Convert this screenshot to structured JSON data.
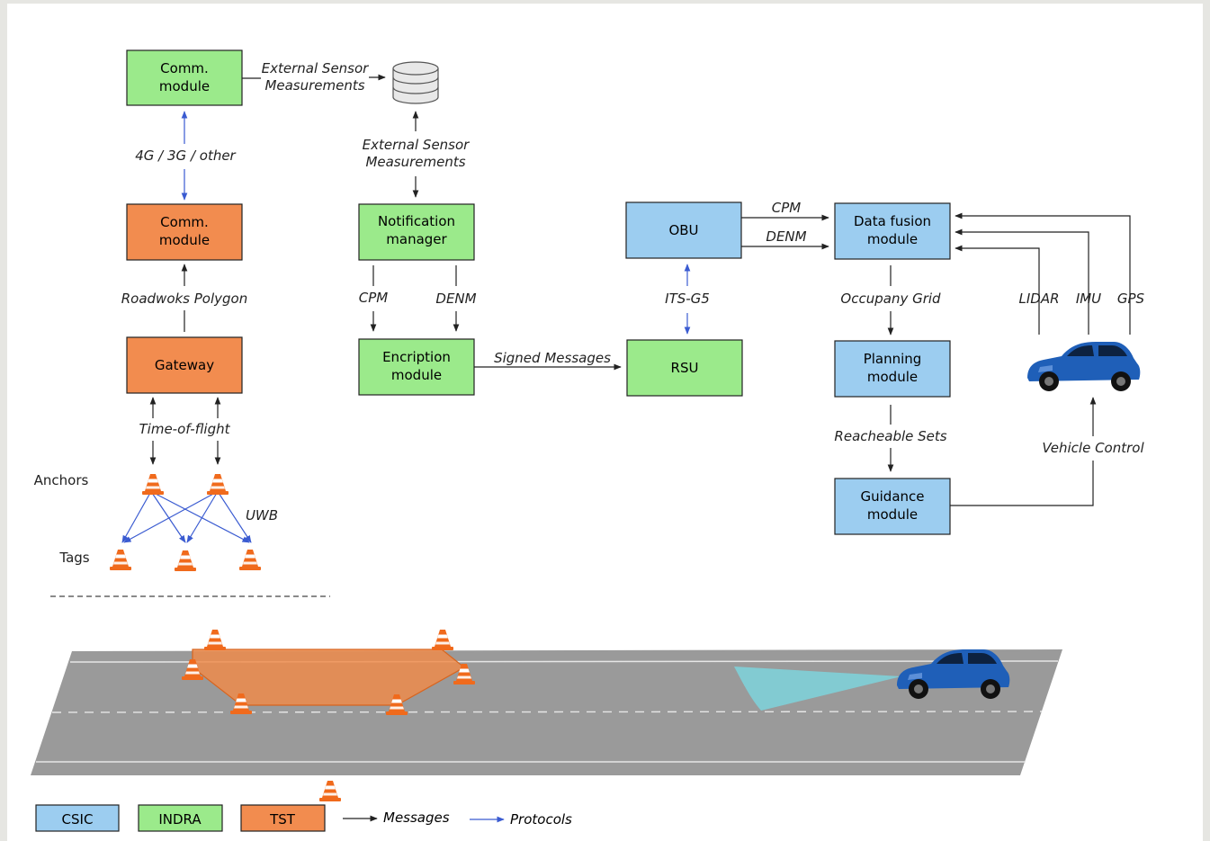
{
  "colors": {
    "csic": "#9ccdf0",
    "indra": "#9bea8b",
    "tst": "#f28c4f",
    "cone": "#f06a1c",
    "car": "#1f5fb8",
    "road": "#999999",
    "workzone": "#f08a48",
    "beam": "#7ed4dc",
    "message_arrow": "#222222",
    "protocol_arrow": "#3a5bd1"
  },
  "boxes": {
    "comm_indra": "Comm.\nmodule",
    "comm_tst": "Comm.\nmodule",
    "gateway": "Gateway",
    "notification_manager": "Notification\nmanager",
    "encription_module": "Encription\nmodule",
    "obu": "OBU",
    "rsu": "RSU",
    "data_fusion": "Data fusion\nmodule",
    "planning": "Planning\nmodule",
    "guidance": "Guidance\nmodule"
  },
  "edge_labels": {
    "ext_sensor_top": "External Sensor\nMeasurements",
    "ext_sensor_mid": "External Sensor\nMeasurements",
    "net": "4G / 3G / other",
    "polygon": "Roadwoks Polygon",
    "tof": "Time-of-flight",
    "uwb": "UWB",
    "cpm_left": "CPM",
    "denm_left": "DENM",
    "signed": "Signed Messages",
    "itsg5": "ITS-G5",
    "cpm_right": "CPM",
    "denm_right": "DENM",
    "occupancy": "Occupany Grid",
    "reach": "Reacheable Sets",
    "vehicle_control": "Vehicle Control",
    "lidar": "LIDAR",
    "imu": "IMU",
    "gps": "GPS"
  },
  "side_labels": {
    "anchors": "Anchors",
    "tags": "Tags"
  },
  "legend": {
    "csic": "CSIC",
    "indra": "INDRA",
    "tst": "TST",
    "messages": "Messages",
    "protocols": "Protocols"
  },
  "icons": {
    "database": "database-icon",
    "cone": "traffic-cone-icon",
    "car": "car-icon"
  }
}
